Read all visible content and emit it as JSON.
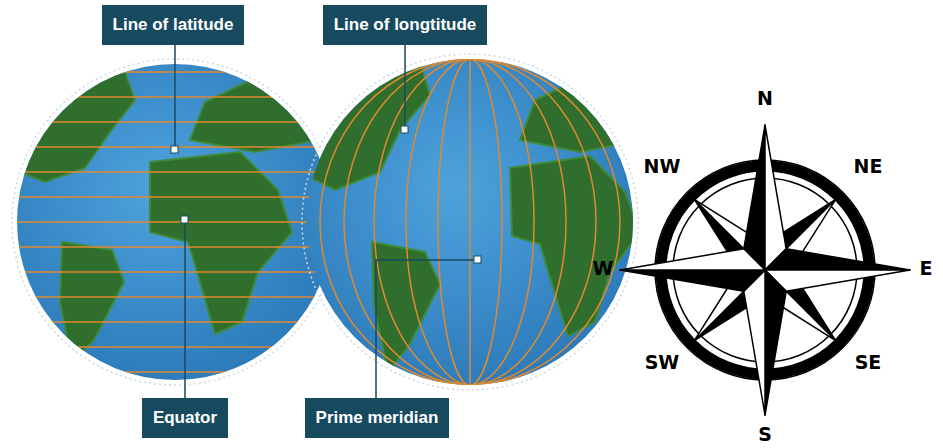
{
  "diagram": {
    "nodes": [
      {
        "text": [
          "Line of latitude"
        ]
      },
      {
        "text": [
          "Line of longtitude"
        ]
      },
      {
        "text": [
          "Equator"
        ]
      },
      {
        "text": [
          "Prime meridian"
        ]
      }
    ],
    "labels": [
      "N",
      "NW",
      "NE",
      "W",
      "E",
      "SW",
      "SE",
      "S"
    ]
  }
}
